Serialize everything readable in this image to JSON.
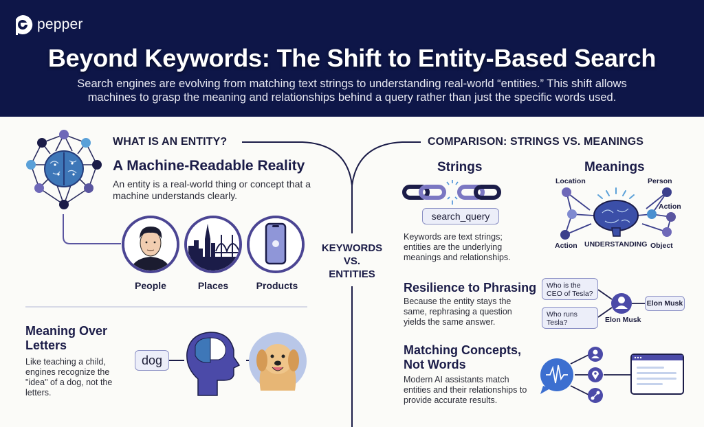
{
  "header": {
    "brand": "pepper",
    "title": "Beyond Keywords: The Shift to Entity-Based Search",
    "subtitle": "Search engines are evolving from matching text strings to understanding real-world “entities.” This shift allows machines to grasp the meaning and relationships behind a query rather than just the specific words used."
  },
  "left": {
    "section_heading": "WHAT IS AN ENTITY?",
    "heading": "A Machine-Readable Reality",
    "description": "An entity is a real-world thing or concept that a machine understands clearly.",
    "entity_types": [
      {
        "label": "People",
        "icon": "person-portrait-icon"
      },
      {
        "label": "Places",
        "icon": "city-skyline-icon"
      },
      {
        "label": "Products",
        "icon": "smartphone-icon"
      }
    ],
    "meaning": {
      "heading": "Meaning Over Letters",
      "description": "Like teaching a child, engines recognize the \"idea\" of a dog, not the letters.",
      "word": "dog"
    }
  },
  "center": {
    "label_line1": "KEYWORDS",
    "label_line2": "VS.",
    "label_line3": "ENTITIES"
  },
  "right": {
    "section_heading": "COMPARISON: STRINGS VS. MEANINGS",
    "strings": {
      "heading": "Strings",
      "query": "search_query",
      "description": "Keywords are text strings; entities are the underlying meanings and relationships."
    },
    "meanings": {
      "heading": "Meanings",
      "nodes": [
        "Location",
        "Person",
        "Action",
        "Action",
        "Object"
      ],
      "center_label": "UNDERSTANDING"
    },
    "resilience": {
      "heading": "Resilience to Phrasing",
      "description": "Because the entity stays the same, rephrasing a question yields the same answer.",
      "question1": "Who is the CEO of Tesla?",
      "question2": "Who runs Tesla?",
      "entity_label": "Elon Musk",
      "answer": "Elon Musk"
    },
    "matching": {
      "heading": "Matching Concepts, Not Words",
      "description": "Modern AI assistants match entities and their relationships to provide accurate results."
    }
  },
  "colors": {
    "header_bg": "#0e1648",
    "navy": "#1b1c48",
    "accent_purple": "#4b4593",
    "accent_blue": "#3f6fb5",
    "light_blue": "#5aa0d8",
    "background": "#fbfbf8"
  }
}
